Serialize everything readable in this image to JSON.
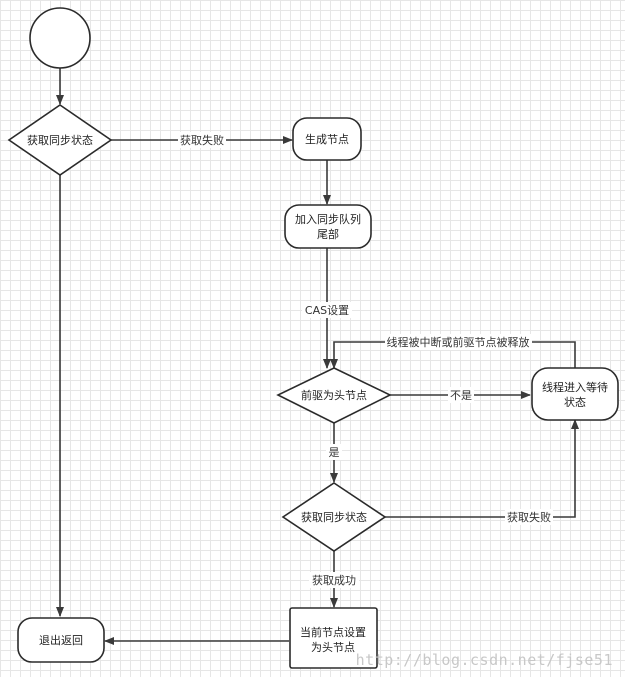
{
  "nodes": {
    "start": "",
    "get_state_1": "获取同步状态",
    "create_node": "生成节点",
    "add_tail_l1": "加入同步队列",
    "add_tail_l2": "尾部",
    "pred_head": "前驱为头节点",
    "wait_l1": "线程进入等待",
    "wait_l2": "状态",
    "get_state_2": "获取同步状态",
    "set_head_l1": "当前节点设置",
    "set_head_l2": "为头节点",
    "exit": "退出返回"
  },
  "edges": {
    "fail_1": "获取失败",
    "cas": "CAS设置",
    "interrupted": "线程被中断或前驱节点被释放",
    "not_is": "不是",
    "is": "是",
    "fail_2": "获取失败",
    "success": "获取成功"
  },
  "watermark": "http://blog.csdn.net/fjse51"
}
